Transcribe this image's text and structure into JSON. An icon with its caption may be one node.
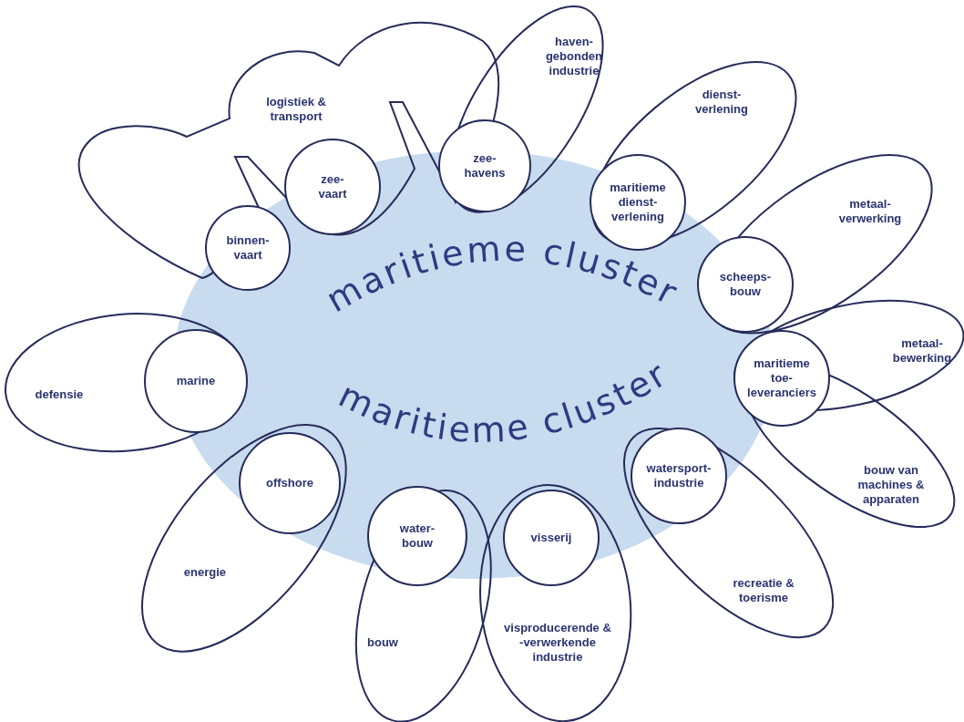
{
  "diagram": {
    "nodes": [
      {
        "text": [
          "maritieme cluster",
          "maritieme cluster"
        ]
      },
      {
        "text": [
          "logistiek & transport"
        ]
      },
      {
        "text": [
          "binnen- vaart"
        ],
        "in": 1
      },
      {
        "text": [
          "zee- vaart"
        ],
        "in": 1
      },
      {
        "text": [
          "haven- gebonden industrie"
        ]
      },
      {
        "text": [
          "zee- havens"
        ]
      },
      {
        "text": [
          "dienst- verlening"
        ]
      },
      {
        "text": [
          "maritieme dienst- verlening"
        ]
      },
      {
        "text": [
          "metaal- verwerking"
        ]
      },
      {
        "text": [
          "scheeps- bouw"
        ]
      },
      {
        "text": [
          "metaal- bewerking"
        ]
      },
      {
        "text": [
          "bouw van machines & apparaten"
        ]
      },
      {
        "text": [
          "maritieme toe- leveranciers"
        ]
      },
      {
        "text": [
          "recreatie & toerisme"
        ]
      },
      {
        "text": [
          "watersport- industrie"
        ]
      },
      {
        "text": [
          "visproducerende & -verwerkende industrie"
        ]
      },
      {
        "text": [
          "visserij"
        ]
      },
      {
        "text": [
          "bouw"
        ]
      },
      {
        "text": [
          "water- bouw"
        ]
      },
      {
        "text": [
          "energie"
        ]
      },
      {
        "text": [
          "offshore"
        ]
      },
      {
        "text": [
          "defensie"
        ]
      },
      {
        "text": [
          "marine"
        ],
        "in": 21
      }
    ]
  }
}
